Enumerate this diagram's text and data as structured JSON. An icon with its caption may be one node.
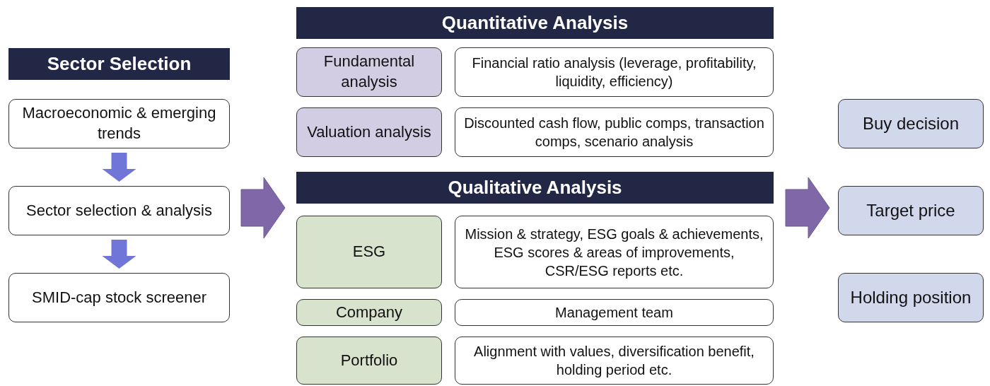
{
  "diagram": {
    "nodes": [
      {
        "text": [
          "Sector Selection"
        ]
      },
      {
        "text": [
          "Macroeconomic & emerging trends"
        ]
      },
      {
        "text": [
          "Sector selection & analysis"
        ]
      },
      {
        "text": [
          "SMID-cap stock screener"
        ]
      },
      {
        "text": [
          "Quantitative Analysis"
        ]
      },
      {
        "text": [
          "Fundamental analysis"
        ]
      },
      {
        "text": [
          "Financial ratio analysis (leverage, profitability, liquidity, efficiency)"
        ]
      },
      {
        "text": [
          "Valuation analysis"
        ]
      },
      {
        "text": [
          "Discounted cash flow, public comps, transaction comps, scenario analysis"
        ]
      },
      {
        "text": [
          "Qualitative Analysis"
        ]
      },
      {
        "text": [
          "ESG"
        ]
      },
      {
        "text": [
          "Mission & strategy, ESG goals & achievements, ESG scores & areas of improvements, CSR/ESG reports etc."
        ]
      },
      {
        "text": [
          "Company"
        ]
      },
      {
        "text": [
          "Management team"
        ]
      },
      {
        "text": [
          "Portfolio"
        ]
      },
      {
        "text": [
          "Alignment with values, diversification benefit, holding period etc."
        ]
      },
      {
        "text": [
          "Buy decision"
        ]
      },
      {
        "text": [
          "Target price"
        ]
      },
      {
        "text": [
          "Holding position"
        ]
      }
    ],
    "edges": [
      {
        "from": 1,
        "to": 2,
        "arrow": "to"
      },
      {
        "from": 2,
        "to": 3,
        "arrow": "to"
      },
      {
        "from": 2,
        "to": null,
        "arrow": "to",
        "color": "#8068a8",
        "style": "thick"
      },
      {
        "from": null,
        "to": 17,
        "arrow": "to",
        "color": "#8068a8",
        "style": "thick"
      }
    ]
  }
}
